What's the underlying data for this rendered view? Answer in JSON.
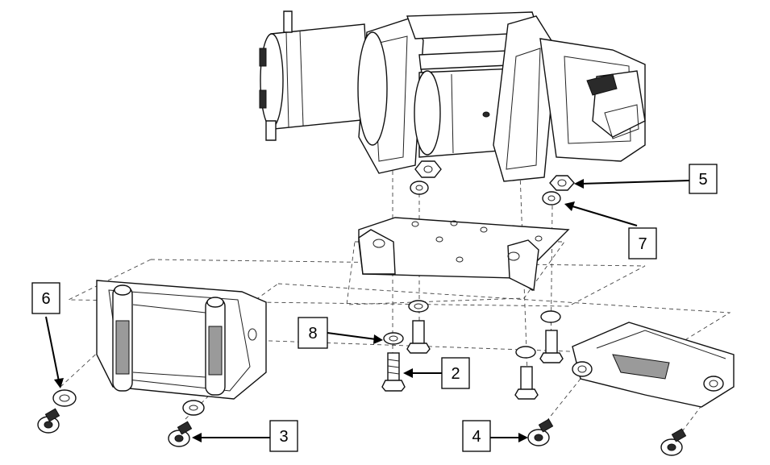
{
  "callouts": [
    {
      "id": "2",
      "label": "2",
      "points_to": "bolt"
    },
    {
      "id": "3",
      "label": "3",
      "points_to": "socket-head-bolt"
    },
    {
      "id": "4",
      "label": "4",
      "points_to": "socket-head-bolt"
    },
    {
      "id": "5",
      "label": "5",
      "points_to": "nut"
    },
    {
      "id": "6",
      "label": "6",
      "points_to": "washer"
    },
    {
      "id": "7",
      "label": "7",
      "points_to": "washer"
    },
    {
      "id": "8",
      "label": "8",
      "points_to": "washer"
    }
  ]
}
